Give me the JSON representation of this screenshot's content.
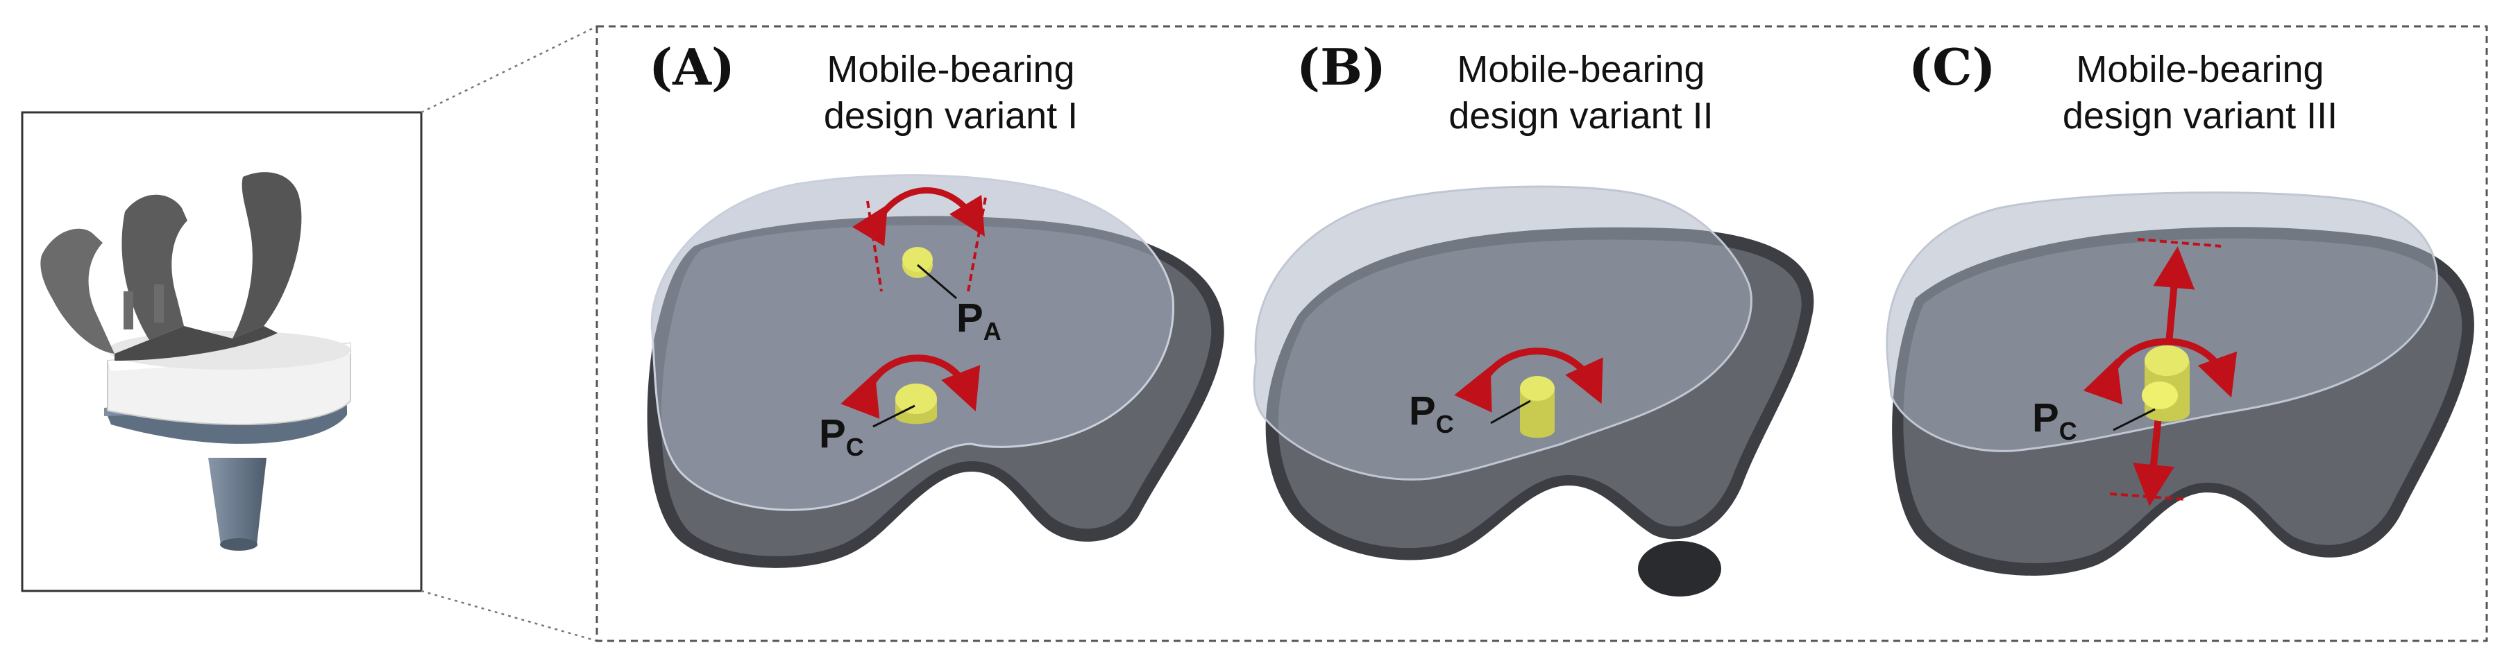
{
  "panels": [
    {
      "letter": "(A)",
      "title_line1": "Mobile-bearing",
      "title_line2": "design variant I",
      "points": [
        {
          "main": "P",
          "sub": "A"
        },
        {
          "main": "P",
          "sub": "C"
        }
      ]
    },
    {
      "letter": "(B)",
      "title_line1": "Mobile-bearing",
      "title_line2": "design variant II",
      "points": [
        {
          "main": "P",
          "sub": "C"
        }
      ]
    },
    {
      "letter": "(C)",
      "title_line1": "Mobile-bearing",
      "title_line2": "design variant III",
      "points": [
        {
          "main": "P",
          "sub": "C"
        }
      ]
    }
  ],
  "colors": {
    "arrow": "#c0101a",
    "post": "#e6e86a",
    "base_dark": "#3c3e43",
    "insert_translucent": "#9aa3b3",
    "frame": "#555555"
  }
}
